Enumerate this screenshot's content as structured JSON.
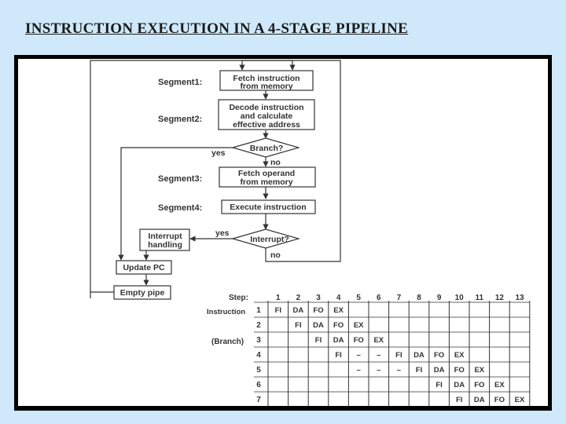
{
  "title": "INSTRUCTION EXECUTION IN A 4-STAGE PIPELINE",
  "flowchart": {
    "segments": {
      "seg1": "Segment1:",
      "seg2": "Segment2:",
      "seg3": "Segment3:",
      "seg4": "Segment4:"
    },
    "boxes": {
      "fetch_instruction": [
        "Fetch instruction",
        "from memory"
      ],
      "decode": [
        "Decode instruction",
        "and calculate",
        "effective address"
      ],
      "fetch_operand": [
        "Fetch operand",
        "from memory"
      ],
      "execute": [
        "Execute instruction"
      ],
      "interrupt_handling": [
        "Interrupt",
        "handling"
      ],
      "update_pc": [
        "Update PC"
      ],
      "empty_pipe": [
        "Empty pipe"
      ]
    },
    "decisions": {
      "branch": "Branch?",
      "interrupt": "Interrupt?"
    },
    "labels": {
      "yes": "yes",
      "no": "no"
    }
  },
  "timing_table": {
    "step_label": "Step:",
    "instruction_label": "Instruction",
    "branch_label": "(Branch)",
    "steps": [
      "1",
      "2",
      "3",
      "4",
      "5",
      "6",
      "7",
      "8",
      "9",
      "10",
      "11",
      "12",
      "13"
    ],
    "rows": [
      {
        "num": "1",
        "cells": [
          "FI",
          "DA",
          "FO",
          "EX",
          "",
          "",
          "",
          "",
          "",
          "",
          "",
          "",
          ""
        ]
      },
      {
        "num": "2",
        "cells": [
          "",
          "FI",
          "DA",
          "FO",
          "EX",
          "",
          "",
          "",
          "",
          "",
          "",
          "",
          ""
        ]
      },
      {
        "num": "3",
        "cells": [
          "",
          "",
          "FI",
          "DA",
          "FO",
          "EX",
          "",
          "",
          "",
          "",
          "",
          "",
          ""
        ]
      },
      {
        "num": "4",
        "cells": [
          "",
          "",
          "",
          "FI",
          "–",
          "–",
          "FI",
          "DA",
          "FO",
          "EX",
          "",
          "",
          ""
        ]
      },
      {
        "num": "5",
        "cells": [
          "",
          "",
          "",
          "",
          "–",
          "–",
          "–",
          "FI",
          "DA",
          "FO",
          "EX",
          "",
          ""
        ]
      },
      {
        "num": "6",
        "cells": [
          "",
          "",
          "",
          "",
          "",
          "",
          "",
          "",
          "FI",
          "DA",
          "FO",
          "EX",
          ""
        ]
      },
      {
        "num": "7",
        "cells": [
          "",
          "",
          "",
          "",
          "",
          "",
          "",
          "",
          "",
          "FI",
          "DA",
          "FO",
          "EX"
        ]
      }
    ]
  }
}
